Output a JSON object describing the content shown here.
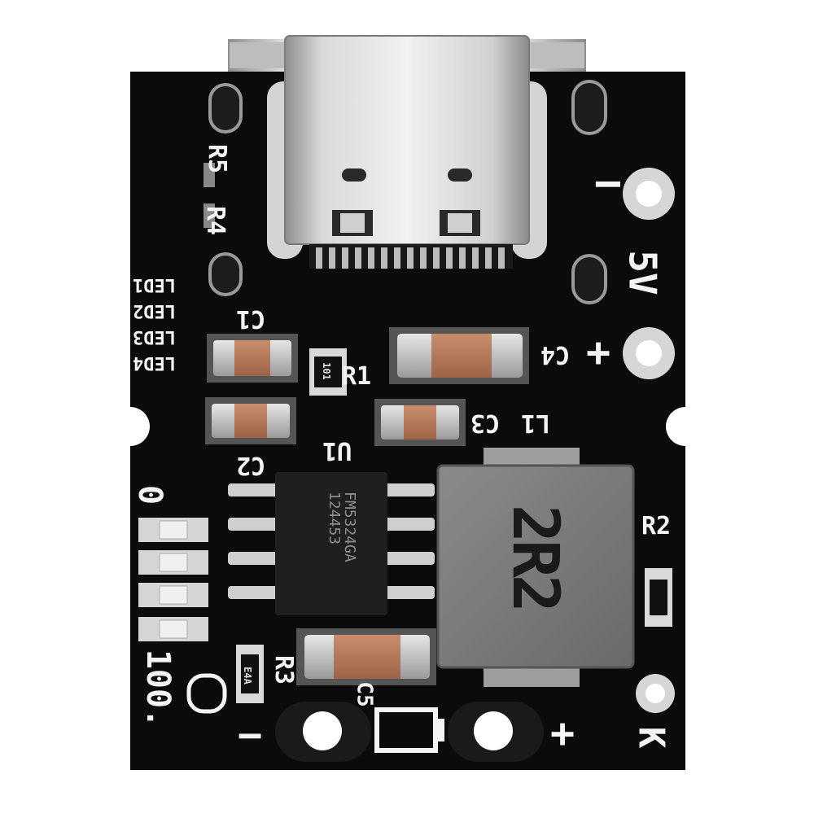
{
  "board": {
    "colors": {
      "pcb": "#0b0b0b",
      "silkscreen": "#f4f4f4",
      "copper_pad": "#c9c9c9",
      "capacitor_body": "#b87c5a",
      "inductor_body": "#7b7b7b"
    },
    "silkscreen": {
      "r5": "R5",
      "r4": "R4",
      "r1": "R1",
      "r2": "R2",
      "r3": "R3",
      "c1": "C1",
      "c2": "C2",
      "c3": "C3",
      "c4": "C4",
      "c5": "C5",
      "u1": "U1",
      "l1": "L1",
      "led1": "LED1",
      "led2": "LED2",
      "led3": "LED3",
      "led4": "LED4",
      "minus_top": "−",
      "plus_mid": "+",
      "five_v": "5V",
      "k": "K",
      "minus_bottom": "−",
      "plus_bottom": "+",
      "level_0": "0",
      "level_100": "100.",
      "bat_icon": "battery-icon"
    },
    "components": {
      "u1_marking": "FM5324GA\n124453",
      "l1_marking": "2R2",
      "r1_marking": "101",
      "r3_marking": "E4A"
    },
    "connector": "usb-type-c-connector-icon"
  }
}
